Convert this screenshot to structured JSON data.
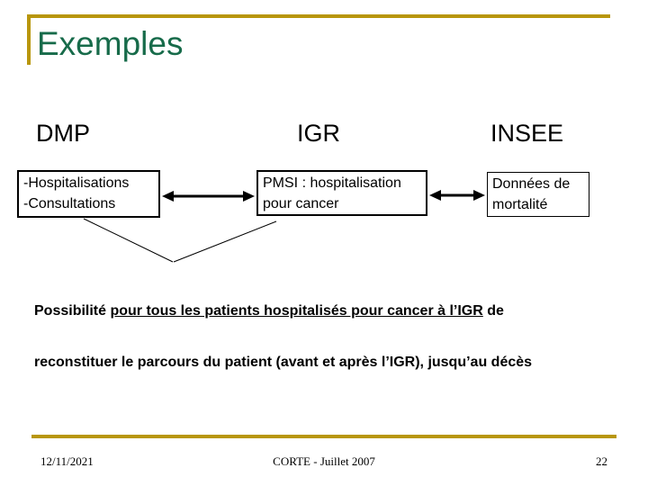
{
  "slide": {
    "title": "Exemples",
    "colors": {
      "accent_gold": "#B8960B",
      "title_green": "#176B4A",
      "text_black": "#000000"
    }
  },
  "diagram": {
    "headers": [
      {
        "label": "DMP"
      },
      {
        "label": "IGR"
      },
      {
        "label": "INSEE"
      }
    ],
    "boxes": [
      {
        "line1": "-Hospitalisations",
        "line2": "-Consultations"
      },
      {
        "line1": "PMSI : hospitalisation",
        "line2": "pour cancer"
      },
      {
        "line1": "Données de",
        "line2": "mortalité"
      }
    ],
    "connectors": [
      {
        "type": "double-arrow",
        "from": "DMP box",
        "to": "IGR box"
      },
      {
        "type": "double-arrow",
        "from": "IGR box",
        "to": "INSEE box"
      },
      {
        "type": "line",
        "from": "DMP box",
        "to": "paragraph"
      },
      {
        "type": "line",
        "from": "IGR box",
        "to": "paragraph"
      }
    ]
  },
  "paragraph": {
    "line1_prefix": "Possibilité ",
    "line1_underlined": "pour tous les patients hospitalisés pour cancer à l’IGR",
    "line1_suffix": " de",
    "line2": "reconstituer le parcours du patient (avant et après l’IGR), jusqu’au décès"
  },
  "footer": {
    "date": "12/11/2021",
    "center": "CORTE - Juillet 2007",
    "page_number": "22"
  }
}
